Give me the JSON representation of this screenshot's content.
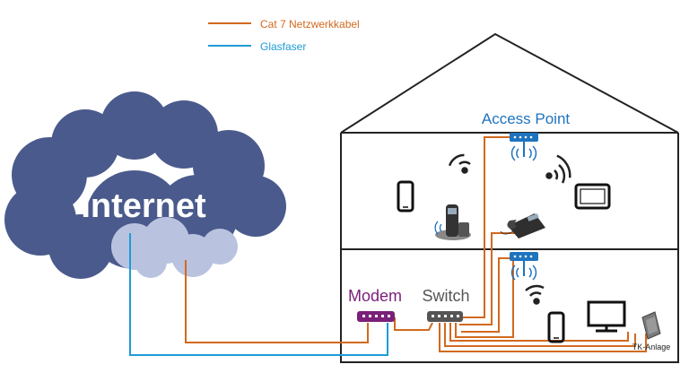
{
  "legend": {
    "items": [
      {
        "label": "Cat 7 Netzwerkkabel",
        "color": "#d2691e"
      },
      {
        "label": "Glasfaser",
        "color": "#1e9bd7"
      }
    ]
  },
  "cloud": {
    "label": "Internet",
    "color_dark": "#4a5a8c",
    "color_light": "#b9c3df"
  },
  "devices": {
    "access_point": {
      "label": "Access Point",
      "color": "#1e73be"
    },
    "modem": {
      "label": "Modem",
      "color": "#7a1f7a"
    },
    "switch": {
      "label": "Switch",
      "color": "#555555"
    },
    "pbx": {
      "label": "TK-Anlage"
    }
  },
  "icons": [
    "wifi-icon",
    "smartphone-icon",
    "tablet-icon",
    "cordless-phone-icon",
    "desk-phone-icon",
    "tv-icon",
    "pbx-icon",
    "router-icon",
    "modem-icon",
    "switch-icon"
  ],
  "colors": {
    "house_outline": "#222222",
    "copper": "#d2691e",
    "fiber": "#1e9bd7"
  }
}
